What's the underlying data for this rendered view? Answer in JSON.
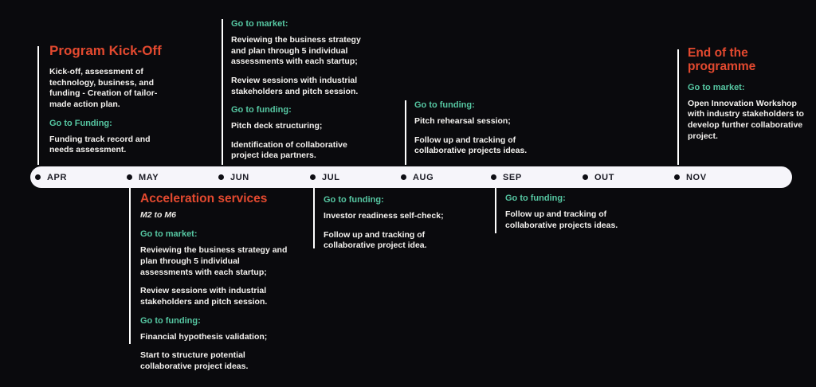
{
  "colors": {
    "background": "#0a0a0d",
    "timeline_bar": "#f6f5fa",
    "accent_red": "#e3492f",
    "accent_green": "#56c7a2",
    "body_text": "#f4f2ef"
  },
  "months": [
    "APR",
    "MAY",
    "JUN",
    "JUL",
    "AUG",
    "SEP",
    "OUT",
    "NOV"
  ],
  "blocks": {
    "kickoff": {
      "title": "Program Kick-Off",
      "p1": "Kick-off, assessment of technology, business, and funding - Creation of tailor-made action plan.",
      "h1": "Go to Funding:",
      "p2": "Funding track record and needs assessment."
    },
    "jun_top": {
      "h1": "Go to market:",
      "p1": "Reviewing the business strategy and plan through 5 individual assessments with each startup;",
      "p2": "Review sessions with industrial stakeholders and pitch session.",
      "h2": "Go to funding:",
      "p3": "Pitch deck structuring;",
      "p4": "Identification of collaborative project idea partners."
    },
    "aug_top": {
      "h1": "Go to funding:",
      "p1": "Pitch rehearsal session;",
      "p2": "Follow up and tracking of collaborative projects ideas."
    },
    "end_programme": {
      "title": "End of the programme",
      "h1": "Go to market:",
      "p1": "Open Innovation Workshop with industry stakeholders to develop further collaborative project."
    },
    "acceleration": {
      "title": "Acceleration services",
      "subtitle": "M2 to M6",
      "h1": "Go to market:",
      "p1": "Reviewing the business strategy and plan through 5 individual assessments with each startup;",
      "p2": "Review sessions with industrial stakeholders and pitch session.",
      "h2": "Go to funding:",
      "p3": "Financial hypothesis validation;",
      "p4": "Start to structure potential collaborative project ideas."
    },
    "jul_bottom": {
      "h1": "Go to funding:",
      "p1": "Investor readiness self-check;",
      "p2": "Follow up and tracking of collaborative project idea."
    },
    "sep_bottom": {
      "h1": "Go to funding:",
      "p1": "Follow up and tracking of collaborative projects ideas."
    }
  }
}
